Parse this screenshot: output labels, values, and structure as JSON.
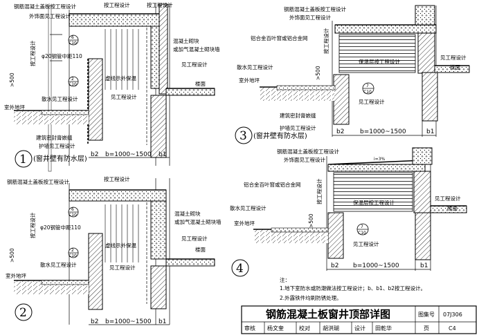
{
  "title_block": {
    "title": "钢筋混凝土板窗井顶部详图",
    "atlas_label": "图集号",
    "atlas_no": "07J306",
    "page_label": "页",
    "page_no": "C4",
    "review_label": "审核",
    "reviewer": "杨文奎",
    "check_label": "校对",
    "checker": "胡洪瑚",
    "design_label": "设计",
    "designer": "田乾华"
  },
  "notes": {
    "heading": "注：",
    "items": [
      "1.地下室防水或防潮做法按工程设计；b、b1、b2按工程设计。",
      "2.外露铁件均刷防锈处理。"
    ]
  },
  "common": {
    "slab": "钢筋混凝土盖板按工程设计",
    "finish": "外饰面见工程设计",
    "ground": "室外地坪",
    "drain": "散水见工程设计",
    "floor": "楼面",
    "see_design": "见工程设计",
    "by_design": "按工程设计",
    "height": ">500",
    "dim_b2": "b2",
    "dim_b": "b=1000~1500",
    "dim_b1": "b1"
  },
  "details": [
    {
      "number": "1",
      "caption": "(窗井壁有防水层)",
      "bar": "φ20钢管中距110",
      "ref_top": "6",
      "ref_bottom": "C10",
      "ref2_top": "2",
      "ref2_bottom": "C10",
      "block": "混凝土砌块",
      "block2": "或加气混凝土砌块墙",
      "outline": "虚线示外保温",
      "sealing": "建筑密封膏嵌缝",
      "wall_note": "护墙见工程设计"
    },
    {
      "number": "2",
      "bar": "φ20钢管中距110",
      "ref_top": "6",
      "ref_bottom": "C10",
      "ref2_top": "2",
      "ref2_bottom": "C10",
      "block": "混凝土砌块",
      "block2": "或加气混凝土砌块墙",
      "outline": "虚线示外保温"
    },
    {
      "number": "3",
      "caption": "(窗井壁有防水层)",
      "louver": "铝合金百叶窗或铝合金网",
      "insulation": "保温层按工程设计",
      "ref_top": "7",
      "ref_bottom": "C10",
      "sealing": "建筑密封膏嵌缝",
      "wall_note": "护墙见工程设计"
    },
    {
      "number": "4",
      "louver": "铝合金百叶窗或铝合金网",
      "insulation": "保温层按工程设计",
      "ref_top": "7",
      "ref_bottom": "C10",
      "slope": "i=3%"
    }
  ]
}
